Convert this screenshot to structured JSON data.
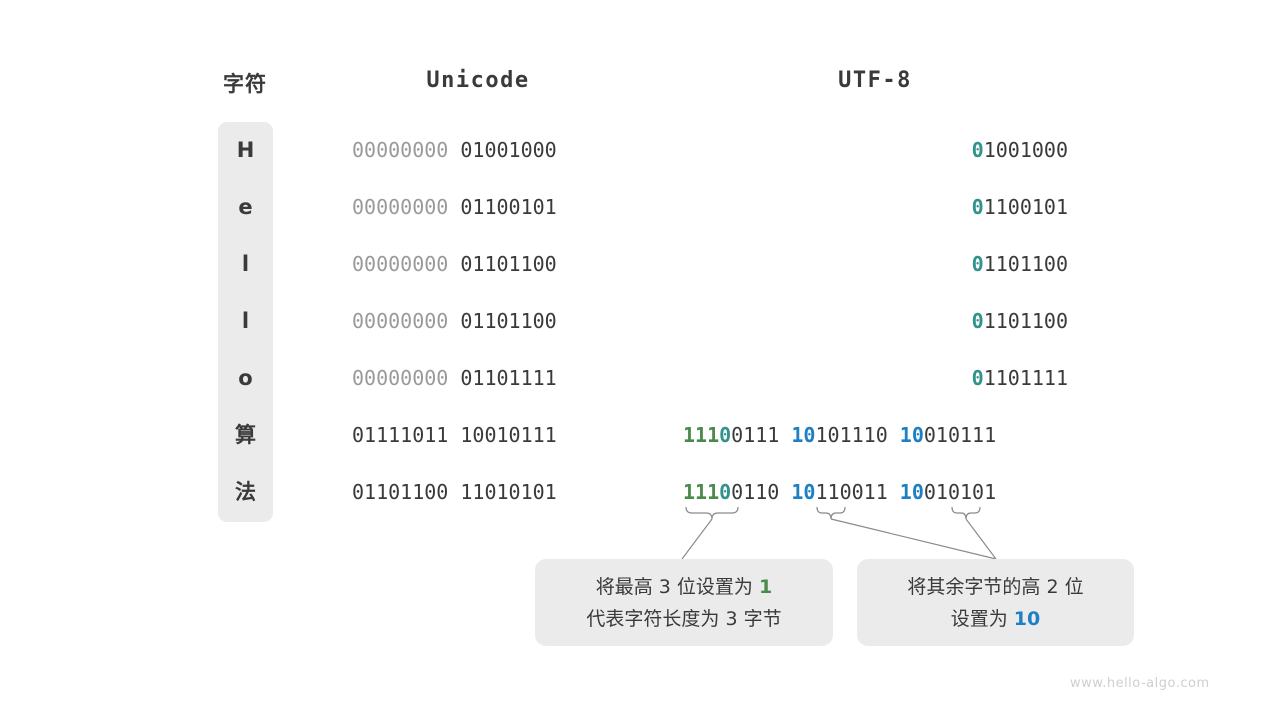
{
  "headers": {
    "character": "字符",
    "unicode": "Unicode",
    "utf8": "UTF-8"
  },
  "rows": [
    {
      "char": "H",
      "unicode_high": "00000000",
      "unicode_low": "01001000",
      "utf8_lead_marker": "0",
      "utf8_lead_rest": "1001000",
      "utf8_multibyte": null
    },
    {
      "char": "e",
      "unicode_high": "00000000",
      "unicode_low": "01100101",
      "utf8_lead_marker": "0",
      "utf8_lead_rest": "1100101",
      "utf8_multibyte": null
    },
    {
      "char": "l",
      "unicode_high": "00000000",
      "unicode_low": "01101100",
      "utf8_lead_marker": "0",
      "utf8_lead_rest": "1101100",
      "utf8_multibyte": null
    },
    {
      "char": "l",
      "unicode_high": "00000000",
      "unicode_low": "01101100",
      "utf8_lead_marker": "0",
      "utf8_lead_rest": "1101100",
      "utf8_multibyte": null
    },
    {
      "char": "o",
      "unicode_high": "00000000",
      "unicode_low": "01101111",
      "utf8_lead_marker": "0",
      "utf8_lead_rest": "1101111",
      "utf8_multibyte": null
    },
    {
      "char": "算",
      "unicode_high": "01111011",
      "unicode_low": "10010111",
      "utf8_lead_marker": null,
      "utf8_lead_rest": null,
      "utf8_multibyte": {
        "b1_ones": "111",
        "b1_zero": "0",
        "b1_rest": "0111",
        "b2_prefix": "10",
        "b2_rest": "101110",
        "b3_prefix": "10",
        "b3_rest": "010111"
      }
    },
    {
      "char": "法",
      "unicode_high": "01101100",
      "unicode_low": "11010101",
      "utf8_lead_marker": null,
      "utf8_lead_rest": null,
      "utf8_multibyte": {
        "b1_ones": "111",
        "b1_zero": "0",
        "b1_rest": "0110",
        "b2_prefix": "10",
        "b2_rest": "110011",
        "b3_prefix": "10",
        "b3_rest": "010101"
      }
    }
  ],
  "callouts": [
    {
      "line1_pre": "将最高 3 位设置为 ",
      "line1_hl": "1",
      "line2": "代表字符长度为 3 字节"
    },
    {
      "line1_pre": "将其余字节的高 2 位",
      "line1_hl": "",
      "line2_pre": "设置为 ",
      "line2_hl": "10"
    }
  ],
  "watermark": "www.hello-algo.com",
  "colors": {
    "green": "#4a8a4a",
    "teal": "#31938c",
    "blue": "#1d7fc4",
    "text": "#3a3a3a",
    "dim": "#9a9a9a",
    "panel": "#ebebeb",
    "background": "#ffffff",
    "watermark": "#cfcfcf",
    "connector": "#8a8a8a"
  }
}
